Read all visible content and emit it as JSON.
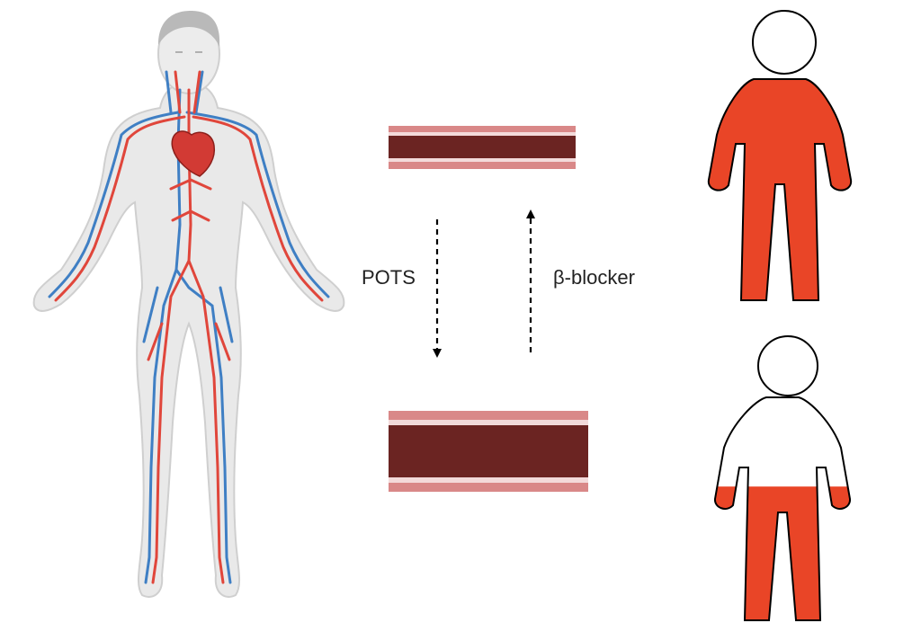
{
  "labels": {
    "pots": "POTS",
    "beta_blocker": "β-blocker"
  },
  "colors": {
    "artery": "#e0463b",
    "vein": "#3f7fc4",
    "heart": "#d23a34",
    "body_fill": "#e9e9e9",
    "body_outline": "#cfcfcf",
    "hair": "#b9b9b9",
    "vessel_lumen": "#6b2422",
    "vessel_wall": "#d98888",
    "vessel_edge": "#f3dada",
    "figure_fill": "#e94527",
    "figure_outline": "#000000",
    "arrow": "#000000",
    "text": "#222222"
  },
  "icons": {
    "anatomy": "human-circulatory-system-icon",
    "narrow_vessel": "narrow-blood-vessel-icon",
    "wide_vessel": "dilated-blood-vessel-icon",
    "full_figure": "person-full-blood-icon",
    "partial_figure": "person-reduced-blood-icon",
    "down_arrow": "dashed-arrow-down-icon",
    "up_arrow": "dashed-arrow-up-icon"
  },
  "figures": {
    "top_fill_level": 1.0,
    "bottom_fill_level": 0.6
  }
}
